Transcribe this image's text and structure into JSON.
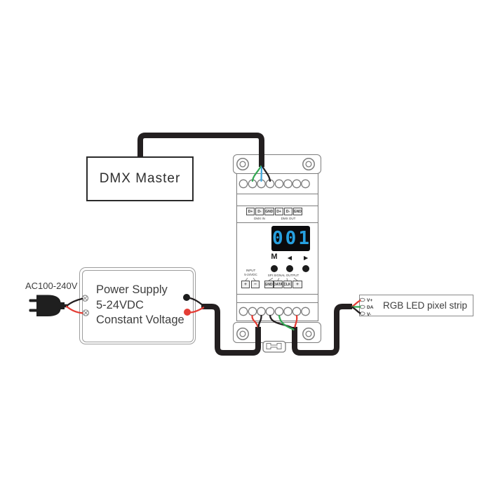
{
  "dmx_master": {
    "label": "DMX Master"
  },
  "controller": {
    "display_value": "001",
    "buttons": [
      {
        "label": "M"
      },
      {
        "label": "◀"
      },
      {
        "label": "▶"
      }
    ],
    "dmx_terminals": [
      "D+",
      "D-",
      "GND",
      "D+",
      "D-",
      "GND"
    ],
    "dmx_group_labels": [
      "DMX IN",
      "DMX OUT"
    ],
    "input_label": [
      "INPUT",
      "5-24VDC"
    ],
    "spi_label": "SPI SIGNAL OUTPUT",
    "output_terminals": [
      "+",
      "−",
      "GND",
      "DATA",
      "CLK",
      "+"
    ]
  },
  "power_supply": {
    "lines": [
      "Power Supply",
      "5-24VDC",
      "Constant Voltage"
    ],
    "ac_input_label": "AC100-240V"
  },
  "led_strip": {
    "label": "RGB LED pixel strip",
    "pins": [
      "V+",
      "DA",
      "V-"
    ]
  },
  "wire_colors": {
    "black": "#231f20",
    "red": "#e43d35",
    "green": "#35a854",
    "blue": "#45aadd"
  },
  "display_colors": {
    "digits": "#26a0e0",
    "background": "#0a0a0c"
  }
}
